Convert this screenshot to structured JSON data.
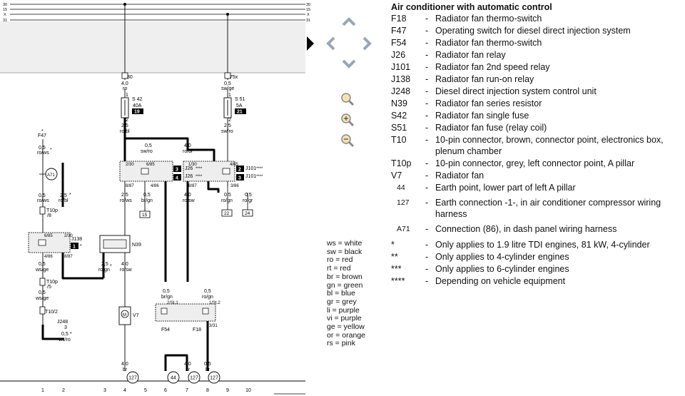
{
  "legend": {
    "title": "Air conditioner with automatic control",
    "items": [
      {
        "code": "F18",
        "desc": "Radiator fan thermo-switch"
      },
      {
        "code": "F47",
        "desc": "Operating switch for diesel direct injection system"
      },
      {
        "code": "F54",
        "desc": "Radiator fan thermo-switch"
      },
      {
        "code": "J26",
        "desc": "Radiator fan relay"
      },
      {
        "code": "J101",
        "desc": "Radiator fan 2nd speed relay"
      },
      {
        "code": "J138",
        "desc": "Radiator fan run-on relay"
      },
      {
        "code": "J248",
        "desc": "Diesel direct injection system control unit"
      },
      {
        "code": "N39",
        "desc": "Radiator fan series resistor"
      },
      {
        "code": "S42",
        "desc": "Radiator fan single fuse"
      },
      {
        "code": "S51",
        "desc": "Radiator fan fuse (relay coil)"
      },
      {
        "code": "T10",
        "desc": "10-pin connector, brown, connector point, electronics box, plenum chamber"
      },
      {
        "code": "T10p",
        "desc": "10-pin connector, grey, left connector point, A pillar"
      },
      {
        "code": "V7",
        "desc": "Radiator fan"
      },
      {
        "code": "44",
        "desc": "Earth point, lower part of left A pillar",
        "small": true
      },
      {
        "code": "127",
        "desc": "Earth connection -1-, in air conditioner compressor wiring harness",
        "small": true
      },
      {
        "code": "A71",
        "desc": "Connection (86), in dash panel wiring harness",
        "small": true
      },
      {
        "code": "*",
        "desc": "Only applies to 1.9 litre TDI engines, 81 kW, 4-cylinder"
      },
      {
        "code": "**",
        "desc": "Only applies to 4-cylinder engines"
      },
      {
        "code": "***",
        "desc": "Only applies to 6-cylinder engines"
      },
      {
        "code": "****",
        "desc": "Depending on vehicle equipment"
      }
    ]
  },
  "colors": [
    "ws = white",
    "sw = black",
    "ro = red",
    "rt = red",
    "br = brown",
    "gn = green",
    "bl = blue",
    "gr = grey",
    "li = purple",
    "vi = purple",
    "ge = yellow",
    "or = orange",
    "rs = pink"
  ],
  "diagram": {
    "rails": [
      "30",
      "15",
      "X",
      "31"
    ],
    "columns": [
      "1",
      "2",
      "3",
      "4",
      "5",
      "6",
      "7",
      "8",
      "9",
      "10"
    ],
    "labels": {
      "w30": "30",
      "w75x": "75x",
      "s42_g": "4,0",
      "s42_c": "ro",
      "s42_n": "S 42",
      "s42_a": "40A",
      "s42_b": "19",
      "s51_g": "0,5",
      "s51_c": "sw/ge",
      "s51_n": "S 51",
      "s51_a": "5A",
      "s51_b": "21",
      "pin2": "2",
      "pin1": "1",
      "c4a_g": "2,5",
      "c4a_c": "ro/bl",
      "c9a_g": "2,5",
      "c9a_c": "sw/ro",
      "c6_g": "0,5",
      "c6_c": "sw/ro",
      "c7_g": "4,0",
      "c7_c": "ro/bl",
      "f47": "F47",
      "f47_g": "0,5",
      "f47_c": "ro/ws",
      "a71": "A71",
      "j26": "J26",
      "j26b": "J26",
      "j26_3": "3",
      "j26_4": "4",
      "j101": "J101",
      "j101b": "J101",
      "j101_2": "2",
      "j101_3": "3",
      "p230": "2/30",
      "p685": "6/85",
      "p130": "1/30",
      "p486": "4/86",
      "p485": "4/85",
      "p386": "3/86",
      "p887": "8/87",
      "p887b": "8/87",
      "p685b": "6/85",
      "p230b": "2/30",
      "p887c": "8/87",
      "p486b": "4/86",
      "c4b_g": "2,5",
      "c4b_c": "ro/ws",
      "c5b_g": "0,5",
      "c5b_c": "br/gn",
      "c7b_g": "4,0",
      "c7b_c": "ro/sw",
      "c8b_g": "0,5",
      "c8b_c": "ro/gn",
      "c9b_g": "0,5",
      "c9b_c": "ro/gr",
      "ref15": "15",
      "ref22": "22",
      "ref24": "24",
      "c1a_g": "0,5",
      "c1a_c": "ro/ws",
      "c2a_g": "2,5",
      "c2a_c": "ro/bl",
      "t10p8": "T10p",
      "t10p8n": "/8",
      "j138": "J138",
      "j138_1": "1",
      "n39": "N39",
      "c1b_g": "0,5",
      "c1b_c": "ws/ge",
      "c3_g": "2,5",
      "c3_c": "ro/gn",
      "c4c_g": "4,0",
      "c4c_c": "ro/sw",
      "t10p5": "T10p",
      "t10p5n": "/5",
      "c1c_g": "0,5",
      "c1c_c": "ws/ge",
      "t102": "T10/2",
      "j248": "J248",
      "j248_3": "3",
      "c2c_g": "0,5",
      "c2c_c": "ws/ro",
      "v7": "V7",
      "motor": "M",
      "f54": "F54",
      "f54p": "2/St.1",
      "f18": "F18",
      "f18p": "1/St.2",
      "f18q": "3/31",
      "c6c_g": "0,5",
      "c6c_c": "br/gn",
      "c8c_g": "0,5",
      "c8c_c": "ro/gn",
      "e4_g": "4,0",
      "e4_c": "br",
      "e7_g": "4,0",
      "e7_c": "br",
      "e8_g": "0,5",
      "e8_c": "br",
      "ep127a": "127",
      "ep44": "44",
      "ep127b": "127",
      "ep127c": "127",
      "star": "*",
      "stars4": "****"
    }
  }
}
